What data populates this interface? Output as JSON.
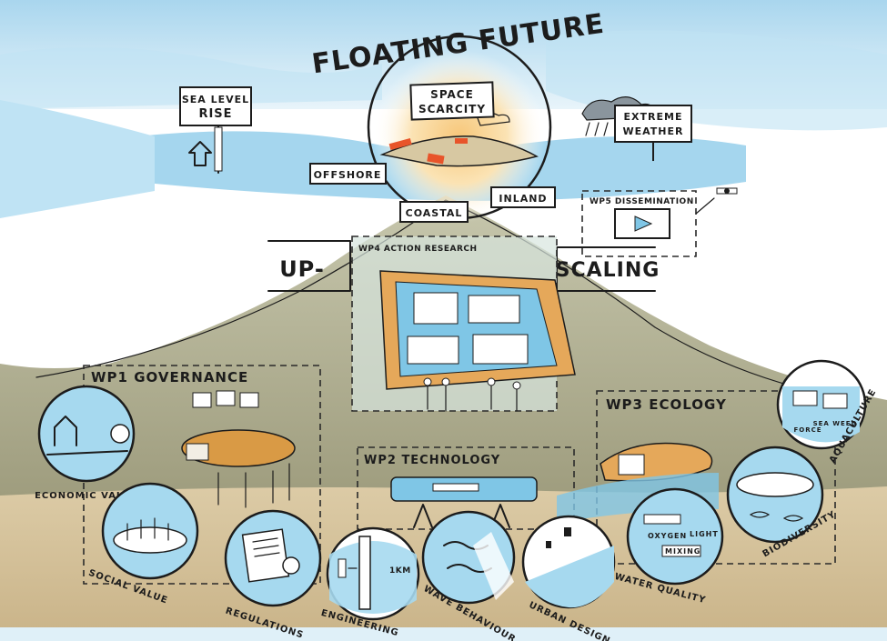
{
  "title": "FLOATING FUTURE",
  "drivers": {
    "sea_level": [
      "SEA LEVEL",
      "RISE"
    ],
    "space": [
      "SPACE",
      "SCARCITY"
    ],
    "weather": [
      "EXTREME",
      "WEATHER"
    ]
  },
  "locations": {
    "offshore": "OFFSHORE",
    "coastal": "COASTAL",
    "inland": "INLAND"
  },
  "dissemination": "WP5 DISSEMINATION",
  "upscaling": {
    "left": "UP-",
    "right": "SCALING"
  },
  "work_packages": {
    "wp4": "WP4 ACTION RESEARCH",
    "wp1": "WP1 GOVERNANCE",
    "wp2": "WP2 TECHNOLOGY",
    "wp3": "WP3 ECOLOGY"
  },
  "topics": {
    "economic": "ECONOMIC VALUE",
    "social": "SOCIAL VALUE",
    "regulations": "REGULATIONS",
    "engineering": "ENGINEERING",
    "wave": "WAVE BEHAVIOUR",
    "urban": "URBAN DESIGN",
    "water": "WATER QUALITY",
    "biodiversity": "BIODIVERSITY",
    "aquaculture": "AQUACULTURE"
  },
  "sublabels": {
    "engineering_scale": "1KM",
    "water_oxygen": "OXYGEN",
    "water_light": "LIGHT",
    "water_mixing": "MIXING",
    "aqua_force": "FORCE",
    "aqua_seaweed": "SEA WEED"
  },
  "colors": {
    "sky": "#cfe8f5",
    "sea": "#9fd3ec",
    "mountain": "#a8a68a",
    "sand": "#d9c9a3",
    "accent": "#e8542a",
    "circle": "#a6d9ef"
  }
}
